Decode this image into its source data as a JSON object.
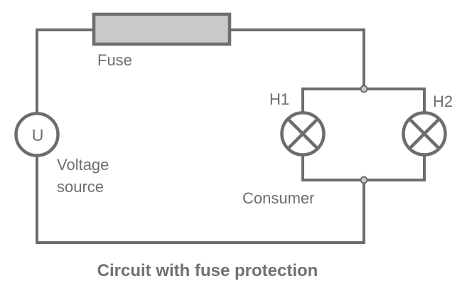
{
  "diagram": {
    "title": "Circuit with fuse protection",
    "labels": {
      "fuse": "Fuse",
      "voltage_symbol": "U",
      "voltage_source": "Voltage source",
      "lamp1": "H1",
      "lamp2": "H2",
      "consumer": "Consumer"
    },
    "colors": {
      "wire": "#6d6d6d",
      "fuse_fill": "#c9c9c9",
      "junction_fill": "#c9c9c9",
      "label_text": "#6e6e6e",
      "title_text": "#717171",
      "background": "#ffffff"
    }
  }
}
